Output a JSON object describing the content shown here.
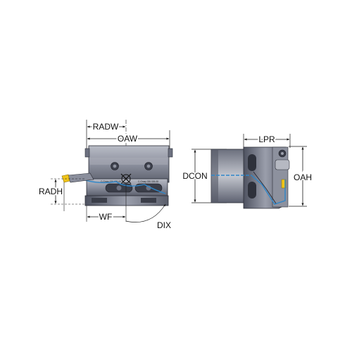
{
  "labels": {
    "radw": "RADW",
    "oaw": "OAW",
    "radh": "RADH",
    "wf": "WF",
    "dix": "DIX",
    "lpr": "LPR",
    "dcon": "DCON",
    "oah": "OAH"
  },
  "colors": {
    "body_dark": "#5e6272",
    "body_mid": "#8a8e9c",
    "body_light": "#c9cbd3",
    "edge": "#2b2d36",
    "coolant": "#2f86c8",
    "insert": "#f0c419",
    "dim_line": "#1a1a1a"
  },
  "icons": {
    "crosshair": "crosshair-icon",
    "arrowhead": "arrowhead-icon"
  }
}
